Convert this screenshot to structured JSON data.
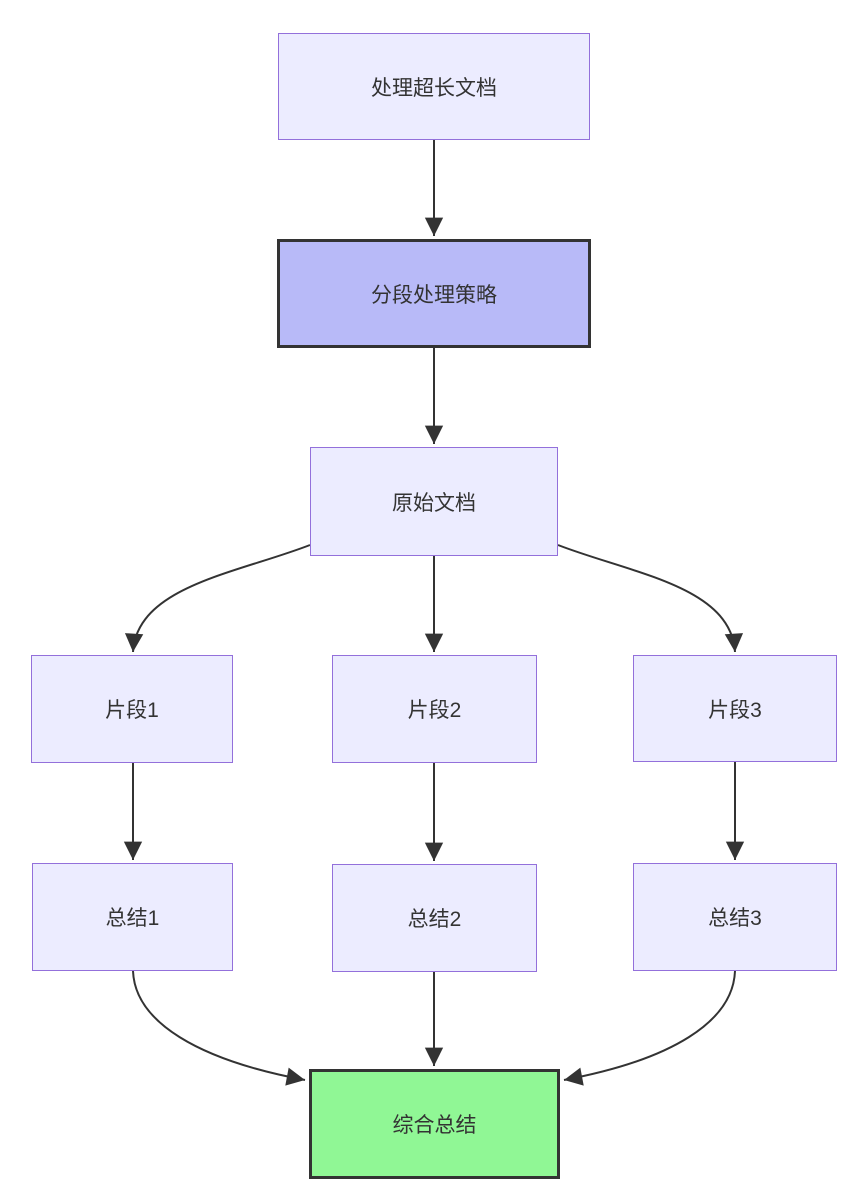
{
  "diagram": {
    "type": "flowchart",
    "direction": "top-bottom",
    "nodes": [
      {
        "id": "A",
        "label": "处理超长文档",
        "style": "default"
      },
      {
        "id": "B",
        "label": "分段处理策略",
        "style": "highlight"
      },
      {
        "id": "C",
        "label": "原始文档",
        "style": "default"
      },
      {
        "id": "D1",
        "label": "片段1",
        "style": "default"
      },
      {
        "id": "D2",
        "label": "片段2",
        "style": "default"
      },
      {
        "id": "D3",
        "label": "片段3",
        "style": "default"
      },
      {
        "id": "E1",
        "label": "总结1",
        "style": "default"
      },
      {
        "id": "E2",
        "label": "总结2",
        "style": "default"
      },
      {
        "id": "E3",
        "label": "总结3",
        "style": "default"
      },
      {
        "id": "F",
        "label": "综合总结",
        "style": "success"
      }
    ],
    "edges": [
      {
        "from": "A",
        "to": "B"
      },
      {
        "from": "B",
        "to": "C"
      },
      {
        "from": "C",
        "to": "D1"
      },
      {
        "from": "C",
        "to": "D2"
      },
      {
        "from": "C",
        "to": "D3"
      },
      {
        "from": "D1",
        "to": "E1"
      },
      {
        "from": "D2",
        "to": "E2"
      },
      {
        "from": "D3",
        "to": "E3"
      },
      {
        "from": "E1",
        "to": "F"
      },
      {
        "from": "E2",
        "to": "F"
      },
      {
        "from": "E3",
        "to": "F"
      }
    ],
    "colors": {
      "background": "#ffffff",
      "node_fill": "#ECECFF",
      "node_border": "#9370DB",
      "highlight_fill": "#b8baf8",
      "highlight_border": "#333333",
      "success_fill": "#90f795",
      "success_border": "#333333",
      "edge": "#333333",
      "text": "#333333"
    }
  }
}
